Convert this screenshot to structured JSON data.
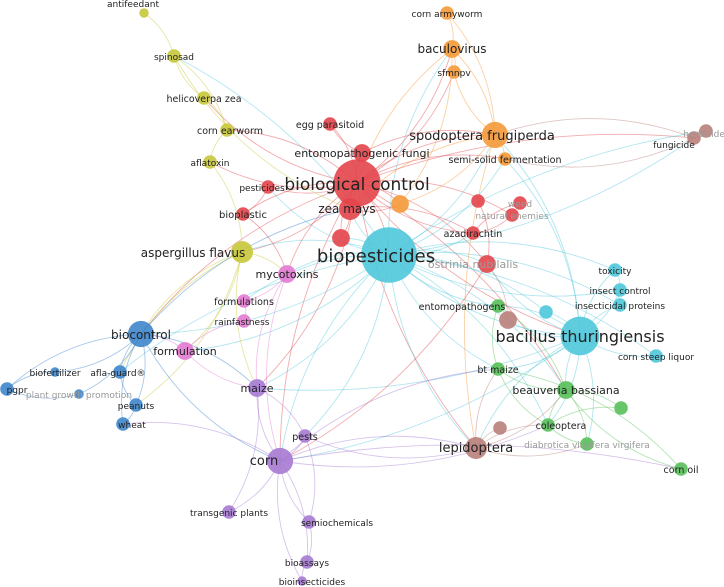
{
  "clusters": {
    "red": "#e3454b",
    "orange": "#f49a3a",
    "yellow": "#c8c83a",
    "cyan": "#4fc8dc",
    "blue": "#3f86cc",
    "pink": "#e27ad1",
    "purple": "#a67ad2",
    "green": "#58c05a",
    "brown": "#b9807a"
  },
  "nodes": [
    {
      "id": "biological-control",
      "label": "biological control",
      "cluster": "red",
      "weight": 10
    },
    {
      "id": "zea-mays",
      "label": "zea mays",
      "cluster": "red",
      "weight": 4
    },
    {
      "id": "entomopathogenic-fungi",
      "label": "entomopathogenic fungi",
      "cluster": "red",
      "weight": 3
    },
    {
      "id": "egg-parasitoid",
      "label": "egg parasitoid",
      "cluster": "red",
      "weight": 2
    },
    {
      "id": "pesticides",
      "label": "pesticides",
      "cluster": "red",
      "weight": 2
    },
    {
      "id": "bioplastic",
      "label": "bioplastic",
      "cluster": "red",
      "weight": 2
    },
    {
      "id": "azadirachtin",
      "label": "azadirachtin",
      "cluster": "red",
      "weight": 2
    },
    {
      "id": "natural-enemies",
      "label": "natural enemies",
      "cluster": "red",
      "weight": 2
    },
    {
      "id": "weed",
      "label": "weed",
      "cluster": "red",
      "weight": 2
    },
    {
      "id": "red-node-a",
      "label": "",
      "cluster": "red",
      "weight": 3
    },
    {
      "id": "ostrinia-nubilalis",
      "label": "ostrinia nubilalis",
      "cluster": "red",
      "weight": 3
    },
    {
      "id": "red-node-b",
      "label": "",
      "cluster": "red",
      "weight": 2
    },
    {
      "id": "biopesticides",
      "label": "biopesticides",
      "cluster": "cyan",
      "weight": 12
    },
    {
      "id": "bacillus-thuringiensis",
      "label": "bacillus thuringiensis",
      "cluster": "cyan",
      "weight": 8
    },
    {
      "id": "toxicity",
      "label": "toxicity",
      "cluster": "cyan",
      "weight": 2
    },
    {
      "id": "insect-control",
      "label": "insect control",
      "cluster": "cyan",
      "weight": 2
    },
    {
      "id": "insecticidal-proteins",
      "label": "insecticidal proteins",
      "cluster": "cyan",
      "weight": 2
    },
    {
      "id": "corn-steep-liquor",
      "label": "corn steep liquor",
      "cluster": "cyan",
      "weight": 2
    },
    {
      "id": "cyan-node-a",
      "label": "",
      "cluster": "cyan",
      "weight": 2
    },
    {
      "id": "spodoptera-frugiperda",
      "label": "spodoptera frugiperda",
      "cluster": "orange",
      "weight": 5
    },
    {
      "id": "baculovirus",
      "label": "baculovirus",
      "cluster": "orange",
      "weight": 3
    },
    {
      "id": "sfmnpv",
      "label": "sfmnpv",
      "cluster": "orange",
      "weight": 2
    },
    {
      "id": "corn-armyworm",
      "label": "corn armyworm",
      "cluster": "orange",
      "weight": 2
    },
    {
      "id": "semi-solid-fermentation",
      "label": "semi-solid fermentation",
      "cluster": "orange",
      "weight": 2
    },
    {
      "id": "orange-node-a",
      "label": "",
      "cluster": "orange",
      "weight": 3
    },
    {
      "id": "antifeedant",
      "label": "antifeedant",
      "cluster": "yellow",
      "weight": 1
    },
    {
      "id": "spinosad",
      "label": "spinosad",
      "cluster": "yellow",
      "weight": 2
    },
    {
      "id": "helicoverpa-zea",
      "label": "helicoverpa zea",
      "cluster": "yellow",
      "weight": 2
    },
    {
      "id": "corn-earworm",
      "label": "corn earworm",
      "cluster": "yellow",
      "weight": 2
    },
    {
      "id": "aflatoxin",
      "label": "aflatoxin",
      "cluster": "yellow",
      "weight": 2
    },
    {
      "id": "aspergillus-flavus",
      "label": "aspergillus flavus",
      "cluster": "yellow",
      "weight": 4
    },
    {
      "id": "mycotoxins",
      "label": "mycotoxins",
      "cluster": "pink",
      "weight": 3
    },
    {
      "id": "formulations",
      "label": "formulations",
      "cluster": "pink",
      "weight": 2
    },
    {
      "id": "rainfastness",
      "label": "rainfastness",
      "cluster": "pink",
      "weight": 2
    },
    {
      "id": "formulation",
      "label": "formulation",
      "cluster": "pink",
      "weight": 3
    },
    {
      "id": "biocontrol",
      "label": "biocontrol",
      "cluster": "blue",
      "weight": 5
    },
    {
      "id": "biofertilizer",
      "label": "biofertilizer",
      "cluster": "blue",
      "weight": 1
    },
    {
      "id": "pgpr",
      "label": "pgpr",
      "cluster": "blue",
      "weight": 2
    },
    {
      "id": "plant-growth-promotion",
      "label": "plant growth promotion",
      "cluster": "blue",
      "weight": 1
    },
    {
      "id": "afla-guard",
      "label": "afla-guard®",
      "cluster": "blue",
      "weight": 2
    },
    {
      "id": "peanuts",
      "label": "peanuts",
      "cluster": "blue",
      "weight": 2
    },
    {
      "id": "wheat",
      "label": "wheat",
      "cluster": "blue",
      "weight": 2
    },
    {
      "id": "maize",
      "label": "maize",
      "cluster": "purple",
      "weight": 3
    },
    {
      "id": "corn",
      "label": "corn",
      "cluster": "purple",
      "weight": 5
    },
    {
      "id": "pests",
      "label": "pests",
      "cluster": "purple",
      "weight": 2
    },
    {
      "id": "transgenic-plants",
      "label": "transgenic plants",
      "cluster": "purple",
      "weight": 2
    },
    {
      "id": "semiochemicals",
      "label": "semiochemicals",
      "cluster": "purple",
      "weight": 2
    },
    {
      "id": "bioassays",
      "label": "bioassays",
      "cluster": "purple",
      "weight": 2
    },
    {
      "id": "bioinsecticides",
      "label": "bioinsecticides",
      "cluster": "purple",
      "weight": 1
    },
    {
      "id": "entomopathogens",
      "label": "entomopathogens",
      "cluster": "green",
      "weight": 2
    },
    {
      "id": "bt-maize",
      "label": "bt maize",
      "cluster": "green",
      "weight": 2
    },
    {
      "id": "beauveria-bassiana",
      "label": "beauveria bassiana",
      "cluster": "green",
      "weight": 3
    },
    {
      "id": "coleoptera",
      "label": "coleoptera",
      "cluster": "green",
      "weight": 2
    },
    {
      "id": "diabrotica-virgifera-virgifera",
      "label": "diabrotica virgifera virgifera",
      "cluster": "green",
      "weight": 2
    },
    {
      "id": "corn-oil",
      "label": "corn oil",
      "cluster": "green",
      "weight": 2
    },
    {
      "id": "green-node-a",
      "label": "",
      "cluster": "green",
      "weight": 2
    },
    {
      "id": "lepidoptera",
      "label": "lepidoptera",
      "cluster": "brown",
      "weight": 4
    },
    {
      "id": "fungicide",
      "label": "fungicide",
      "cluster": "brown",
      "weight": 2
    },
    {
      "id": "herbicide",
      "label": "herbicide",
      "cluster": "brown",
      "weight": 2
    },
    {
      "id": "brown-node-a",
      "label": "",
      "cluster": "brown",
      "weight": 3
    },
    {
      "id": "brown-node-b",
      "label": "",
      "cluster": "brown",
      "weight": 2
    }
  ],
  "edges": [
    [
      "biological-control",
      "biopesticides"
    ],
    [
      "biological-control",
      "zea-mays"
    ],
    [
      "biological-control",
      "entomopathogenic-fungi"
    ],
    [
      "biological-control",
      "egg-parasitoid"
    ],
    [
      "biological-control",
      "pesticides"
    ],
    [
      "biological-control",
      "bioplastic"
    ],
    [
      "biological-control",
      "spodoptera-frugiperda"
    ],
    [
      "biological-control",
      "baculovirus"
    ],
    [
      "biological-control",
      "aspergillus-flavus"
    ],
    [
      "biological-control",
      "bacillus-thuringiensis"
    ],
    [
      "biological-control",
      "helicoverpa-zea"
    ],
    [
      "biological-control",
      "corn-earworm"
    ],
    [
      "biological-control",
      "aflatoxin"
    ],
    [
      "biological-control",
      "biocontrol"
    ],
    [
      "biological-control",
      "ostrinia-nubilalis"
    ],
    [
      "biological-control",
      "azadirachtin"
    ],
    [
      "biological-control",
      "natural-enemies"
    ],
    [
      "biological-control",
      "corn"
    ],
    [
      "biological-control",
      "maize"
    ],
    [
      "biological-control",
      "mycotoxins"
    ],
    [
      "biological-control",
      "beauveria-bassiana"
    ],
    [
      "biological-control",
      "lepidoptera"
    ],
    [
      "biological-control",
      "fungicide"
    ],
    [
      "biological-control",
      "sfmnpv"
    ],
    [
      "biological-control",
      "semi-solid-fermentation"
    ],
    [
      "biological-control",
      "red-node-a"
    ],
    [
      "biological-control",
      "orange-node-a"
    ],
    [
      "biopesticides",
      "bacillus-thuringiensis"
    ],
    [
      "biopesticides",
      "zea-mays"
    ],
    [
      "biopesticides",
      "spodoptera-frugiperda"
    ],
    [
      "biopesticides",
      "baculovirus"
    ],
    [
      "biopesticides",
      "aspergillus-flavus"
    ],
    [
      "biopesticides",
      "biocontrol"
    ],
    [
      "biopesticides",
      "corn"
    ],
    [
      "biopesticides",
      "maize"
    ],
    [
      "biopesticides",
      "mycotoxins"
    ],
    [
      "biopesticides",
      "formulation"
    ],
    [
      "biopesticides",
      "formulations"
    ],
    [
      "biopesticides",
      "toxicity"
    ],
    [
      "biopesticides",
      "insect-control"
    ],
    [
      "biopesticides",
      "insecticidal-proteins"
    ],
    [
      "biopesticides",
      "entomopathogens"
    ],
    [
      "biopesticides",
      "beauveria-bassiana"
    ],
    [
      "biopesticides",
      "lepidoptera"
    ],
    [
      "biopesticides",
      "coleoptera"
    ],
    [
      "biopesticides",
      "bt-maize"
    ],
    [
      "biopesticides",
      "ostrinia-nubilalis"
    ],
    [
      "biopesticides",
      "azadirachtin"
    ],
    [
      "biopesticides",
      "pesticides"
    ],
    [
      "biopesticides",
      "fungicide"
    ],
    [
      "biopesticides",
      "herbicide"
    ],
    [
      "biopesticides",
      "spinosad"
    ],
    [
      "biopesticides",
      "corn-steep-liquor"
    ],
    [
      "biopesticides",
      "semi-solid-fermentation"
    ],
    [
      "biopesticides",
      "pests"
    ],
    [
      "biopesticides",
      "red-node-a"
    ],
    [
      "biopesticides",
      "cyan-node-a"
    ],
    [
      "biopesticides",
      "afla-guard"
    ],
    [
      "bacillus-thuringiensis",
      "toxicity"
    ],
    [
      "bacillus-thuringiensis",
      "insect-control"
    ],
    [
      "bacillus-thuringiensis",
      "insecticidal-proteins"
    ],
    [
      "bacillus-thuringiensis",
      "corn-steep-liquor"
    ],
    [
      "bacillus-thuringiensis",
      "bt-maize"
    ],
    [
      "bacillus-thuringiensis",
      "lepidoptera"
    ],
    [
      "bacillus-thuringiensis",
      "coleoptera"
    ],
    [
      "bacillus-thuringiensis",
      "beauveria-bassiana"
    ],
    [
      "bacillus-thuringiensis",
      "ostrinia-nubilalis"
    ],
    [
      "bacillus-thuringiensis",
      "spodoptera-frugiperda"
    ],
    [
      "bacillus-thuringiensis",
      "corn"
    ],
    [
      "bacillus-thuringiensis",
      "entomopathogens"
    ],
    [
      "bacillus-thuringiensis",
      "diabrotica-virgifera-virgifera"
    ],
    [
      "bacillus-thuringiensis",
      "semi-solid-fermentation"
    ],
    [
      "bacillus-thuringiensis",
      "brown-node-a"
    ],
    [
      "bacillus-thuringiensis",
      "cyan-node-a"
    ],
    [
      "bacillus-thuringiensis",
      "maize"
    ],
    [
      "spodoptera-frugiperda",
      "baculovirus"
    ],
    [
      "spodoptera-frugiperda",
      "sfmnpv"
    ],
    [
      "spodoptera-frugiperda",
      "corn-armyworm"
    ],
    [
      "spodoptera-frugiperda",
      "semi-solid-fermentation"
    ],
    [
      "spodoptera-frugiperda",
      "zea-mays"
    ],
    [
      "spodoptera-frugiperda",
      "orange-node-a"
    ],
    [
      "spodoptera-frugiperda",
      "lepidoptera"
    ],
    [
      "baculovirus",
      "sfmnpv"
    ],
    [
      "baculovirus",
      "corn-armyworm"
    ],
    [
      "baculovirus",
      "orange-node-a"
    ],
    [
      "baculovirus",
      "zea-mays"
    ],
    [
      "antifeedant",
      "spinosad"
    ],
    [
      "spinosad",
      "helicoverpa-zea"
    ],
    [
      "spinosad",
      "corn-earworm"
    ],
    [
      "spinosad",
      "zea-mays"
    ],
    [
      "helicoverpa-zea",
      "corn-earworm"
    ],
    [
      "corn-earworm",
      "aflatoxin"
    ],
    [
      "aflatoxin",
      "aspergillus-flavus"
    ],
    [
      "aspergillus-flavus",
      "biocontrol"
    ],
    [
      "aspergillus-flavus",
      "mycotoxins"
    ],
    [
      "aspergillus-flavus",
      "afla-guard"
    ],
    [
      "aspergillus-flavus",
      "peanuts"
    ],
    [
      "aspergillus-flavus",
      "maize"
    ],
    [
      "aspergillus-flavus",
      "formulation"
    ],
    [
      "mycotoxins",
      "maize"
    ],
    [
      "mycotoxins",
      "formulations"
    ],
    [
      "mycotoxins",
      "corn"
    ],
    [
      "formulations",
      "rainfastness"
    ],
    [
      "formulation",
      "biocontrol"
    ],
    [
      "formulation",
      "rainfastness"
    ],
    [
      "formulation",
      "maize"
    ],
    [
      "biocontrol",
      "biofertilizer"
    ],
    [
      "biocontrol",
      "pgpr"
    ],
    [
      "biocontrol",
      "plant-growth-promotion"
    ],
    [
      "biocontrol",
      "afla-guard"
    ],
    [
      "biocontrol",
      "peanuts"
    ],
    [
      "biocontrol",
      "wheat"
    ],
    [
      "biocontrol",
      "maize"
    ],
    [
      "biocontrol",
      "corn"
    ],
    [
      "biocontrol",
      "zea-mays"
    ],
    [
      "pgpr",
      "plant-growth-promotion"
    ],
    [
      "pgpr",
      "biofertilizer"
    ],
    [
      "afla-guard",
      "peanuts"
    ],
    [
      "peanuts",
      "wheat"
    ],
    [
      "maize",
      "corn"
    ],
    [
      "maize",
      "pests"
    ],
    [
      "corn",
      "pests"
    ],
    [
      "corn",
      "transgenic-plants"
    ],
    [
      "corn",
      "semiochemicals"
    ],
    [
      "corn",
      "bioassays"
    ],
    [
      "corn",
      "bioinsecticides"
    ],
    [
      "corn",
      "lepidoptera"
    ],
    [
      "corn",
      "coleoptera"
    ],
    [
      "corn",
      "bt-maize"
    ],
    [
      "corn",
      "wheat"
    ],
    [
      "corn",
      "corn-oil"
    ],
    [
      "bioassays",
      "bioinsecticides"
    ],
    [
      "semiochemicals",
      "bioassays"
    ],
    [
      "pests",
      "lepidoptera"
    ],
    [
      "lepidoptera",
      "coleoptera"
    ],
    [
      "lepidoptera",
      "diabrotica-virgifera-virgifera"
    ],
    [
      "lepidoptera",
      "bt-maize"
    ],
    [
      "lepidoptera",
      "beauveria-bassiana"
    ],
    [
      "lepidoptera",
      "brown-node-b"
    ],
    [
      "beauveria-bassiana",
      "coleoptera"
    ],
    [
      "beauveria-bassiana",
      "diabrotica-virgifera-virgifera"
    ],
    [
      "beauveria-bassiana",
      "corn-oil"
    ],
    [
      "beauveria-bassiana",
      "green-node-a"
    ],
    [
      "beauveria-bassiana",
      "entomopathogens"
    ],
    [
      "beauveria-bassiana",
      "bt-maize"
    ],
    [
      "coleoptera",
      "diabrotica-virgifera-virgifera"
    ],
    [
      "coleoptera",
      "green-node-a"
    ],
    [
      "bt-maize",
      "coleoptera"
    ],
    [
      "bt-maize",
      "corn-oil"
    ],
    [
      "entomopathogens",
      "bt-maize"
    ],
    [
      "entomopathogens",
      "brown-node-a"
    ],
    [
      "fungicide",
      "herbicide"
    ],
    [
      "fungicide",
      "semi-solid-fermentation"
    ],
    [
      "fungicide",
      "spodoptera-frugiperda"
    ],
    [
      "toxicity",
      "insect-control"
    ],
    [
      "insect-control",
      "insecticidal-proteins"
    ],
    [
      "zea-mays",
      "red-node-a"
    ],
    [
      "zea-mays",
      "orange-node-a"
    ],
    [
      "zea-mays",
      "azadirachtin"
    ],
    [
      "azadirachtin",
      "natural-enemies"
    ],
    [
      "azadirachtin",
      "weed"
    ],
    [
      "ostrinia-nubilalis",
      "red-node-b"
    ],
    [
      "ostrinia-nubilalis",
      "corn"
    ],
    [
      "bioplastic",
      "pesticides"
    ],
    [
      "bioplastic",
      "mycotoxins"
    ],
    [
      "egg-parasitoid",
      "entomopathogenic-fungi"
    ],
    [
      "entomopathogenic-fungi",
      "spodoptera-frugiperda"
    ],
    [
      "brown-node-a",
      "ostrinia-nubilalis"
    ],
    [
      "maize",
      "transgenic-plants"
    ],
    [
      "semiochemicals",
      "pests"
    ]
  ]
}
